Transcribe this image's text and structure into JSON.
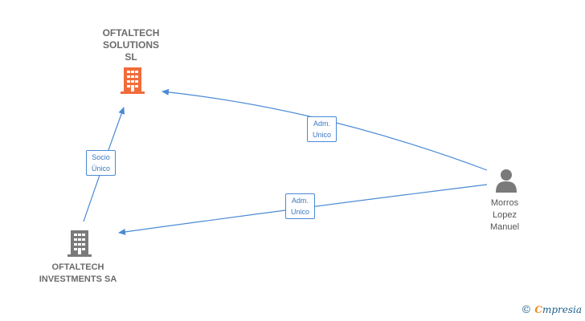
{
  "nodes": {
    "solutions": {
      "label": "OFTALTECH\nSOLUTIONS\nSL",
      "icon": "building-icon",
      "color": "#f26b3a"
    },
    "investments": {
      "label": "OFTALTECH\nINVESTMENTS SA",
      "icon": "building-icon",
      "color": "#7a7a7a"
    },
    "person": {
      "label": "Morros\nLopez\nManuel",
      "icon": "person-icon",
      "color": "#7a7a7a"
    }
  },
  "edges": {
    "socio": {
      "label": "Socio\nÚnico"
    },
    "adm_top": {
      "label": "Adm.\nUnico"
    },
    "adm_bottom": {
      "label": "Adm.\nUnico"
    }
  },
  "colors": {
    "edge": "#4a8ad4"
  },
  "brand": {
    "copyright": "©",
    "name_first": "C",
    "name_rest": "mpresia"
  }
}
